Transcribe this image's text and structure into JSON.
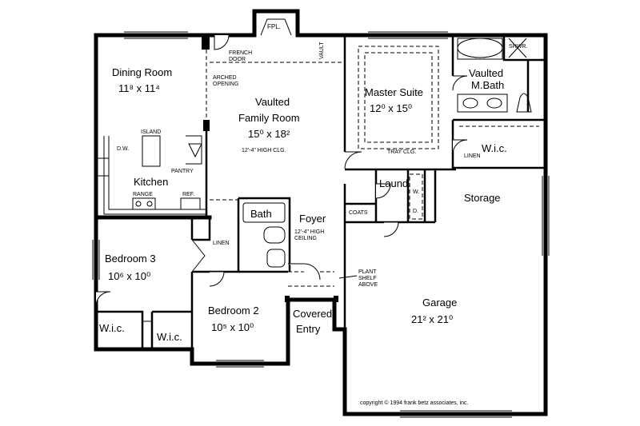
{
  "rooms": {
    "dining": {
      "name": "Dining Room",
      "dim": "11⁸ x 11⁴"
    },
    "family": {
      "name1": "Vaulted",
      "name2": "Family Room",
      "dim": "15⁰ x 18²",
      "note": "12'-4\" HIGH CLG."
    },
    "master": {
      "name": "Master Suite",
      "dim": "12⁰ x 15⁰",
      "note": "TRAY CLG."
    },
    "mbath": {
      "name1": "Vaulted",
      "name2": "M.Bath"
    },
    "kitchen": {
      "name": "Kitchen"
    },
    "bed3": {
      "name": "Bedroom 3",
      "dim": "10⁶ x 10⁰"
    },
    "bed2": {
      "name": "Bedroom 2",
      "dim": "10⁵ x 10⁰"
    },
    "bath": {
      "name": "Bath"
    },
    "foyer": {
      "name": "Foyer",
      "note1": "12'-4\" HIGH",
      "note2": "CEILING"
    },
    "garage": {
      "name": "Garage",
      "dim": "21² x 21⁰"
    },
    "storage": {
      "name": "Storage"
    },
    "laundry": {
      "name": "Laund."
    },
    "entry": {
      "name1": "Covered",
      "name2": "Entry"
    },
    "wic_master": {
      "name": "W.i.c."
    },
    "wic_bed3": {
      "name": "W.i.c."
    },
    "wic_bed2": {
      "name": "W.i.c."
    }
  },
  "labels": {
    "fireplace": "FPL.",
    "french_door1": "FRENCH",
    "french_door2": "DOOR",
    "vault": "VAULT",
    "arched1": "ARCHED",
    "arched2": "OPENING",
    "island": "ISLAND",
    "dw": "D.W.",
    "pantry": "PANTRY",
    "range": "RANGE",
    "ref": "REF.",
    "linen_hall": "LINEN",
    "linen_master": "LINEN",
    "coats": "COATS",
    "washer": "W.",
    "dryer": "D.",
    "shower": "SHWR.",
    "plant1": "PLANT",
    "plant2": "SHELF",
    "plant3": "ABOVE"
  },
  "copyright": "copyright © 1994 frank betz associates, inc."
}
